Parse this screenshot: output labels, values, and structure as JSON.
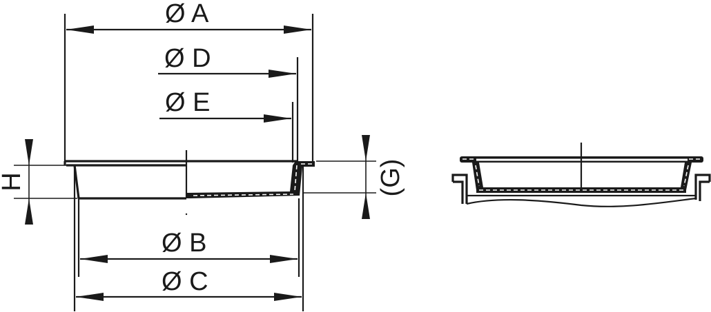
{
  "drawing": {
    "title": "Flanged lid / cover dimension drawing",
    "colors": {
      "ink": "#1a1a1a",
      "background": "#ffffff"
    },
    "dimensions": {
      "A": {
        "symbol": "Ø",
        "letter": "A",
        "label": "Ø A"
      },
      "D": {
        "symbol": "Ø",
        "letter": "D",
        "label": "Ø D"
      },
      "E": {
        "symbol": "Ø",
        "letter": "E",
        "label": "Ø E"
      },
      "B": {
        "symbol": "Ø",
        "letter": "B",
        "label": "Ø B"
      },
      "C": {
        "symbol": "Ø",
        "letter": "C",
        "label": "Ø C"
      },
      "H": {
        "label": "H"
      },
      "G": {
        "label": "(G)"
      }
    },
    "views": [
      "section-view",
      "installed-view"
    ]
  }
}
